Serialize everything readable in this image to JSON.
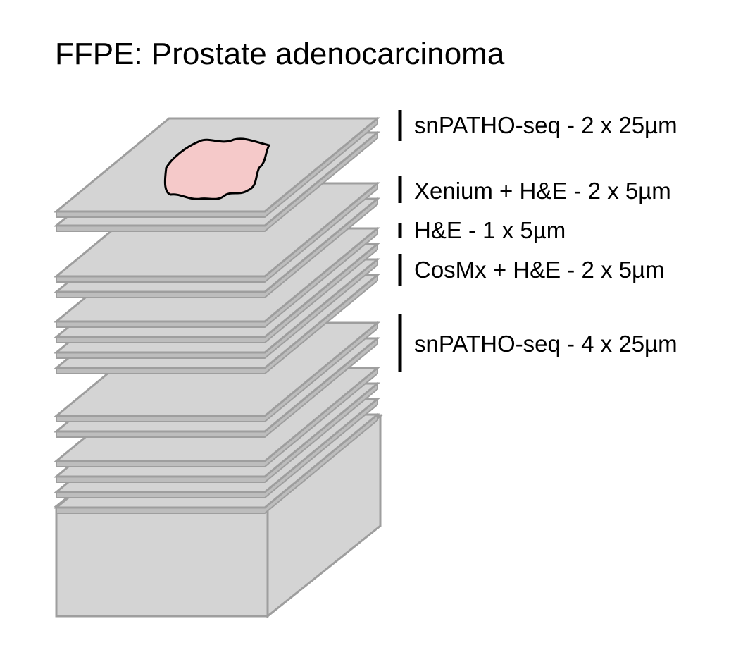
{
  "title": "FFPE: Prostate adenocarcinoma",
  "colors": {
    "slide_fill": "#d4d4d4",
    "slide_edge": "#9e9e9e",
    "tissue_fill": "#f5c9c9",
    "tissue_edge": "#000000",
    "bracket": "#000000"
  },
  "labels": [
    "snPATHO-seq - 2 x 25µm",
    "Xenium + H&E - 2 x 5µm",
    "H&E - 1 x 5µm",
    "CosMx + H&E - 2 x 5µm",
    "snPATHO-seq - 4 x 25µm"
  ]
}
